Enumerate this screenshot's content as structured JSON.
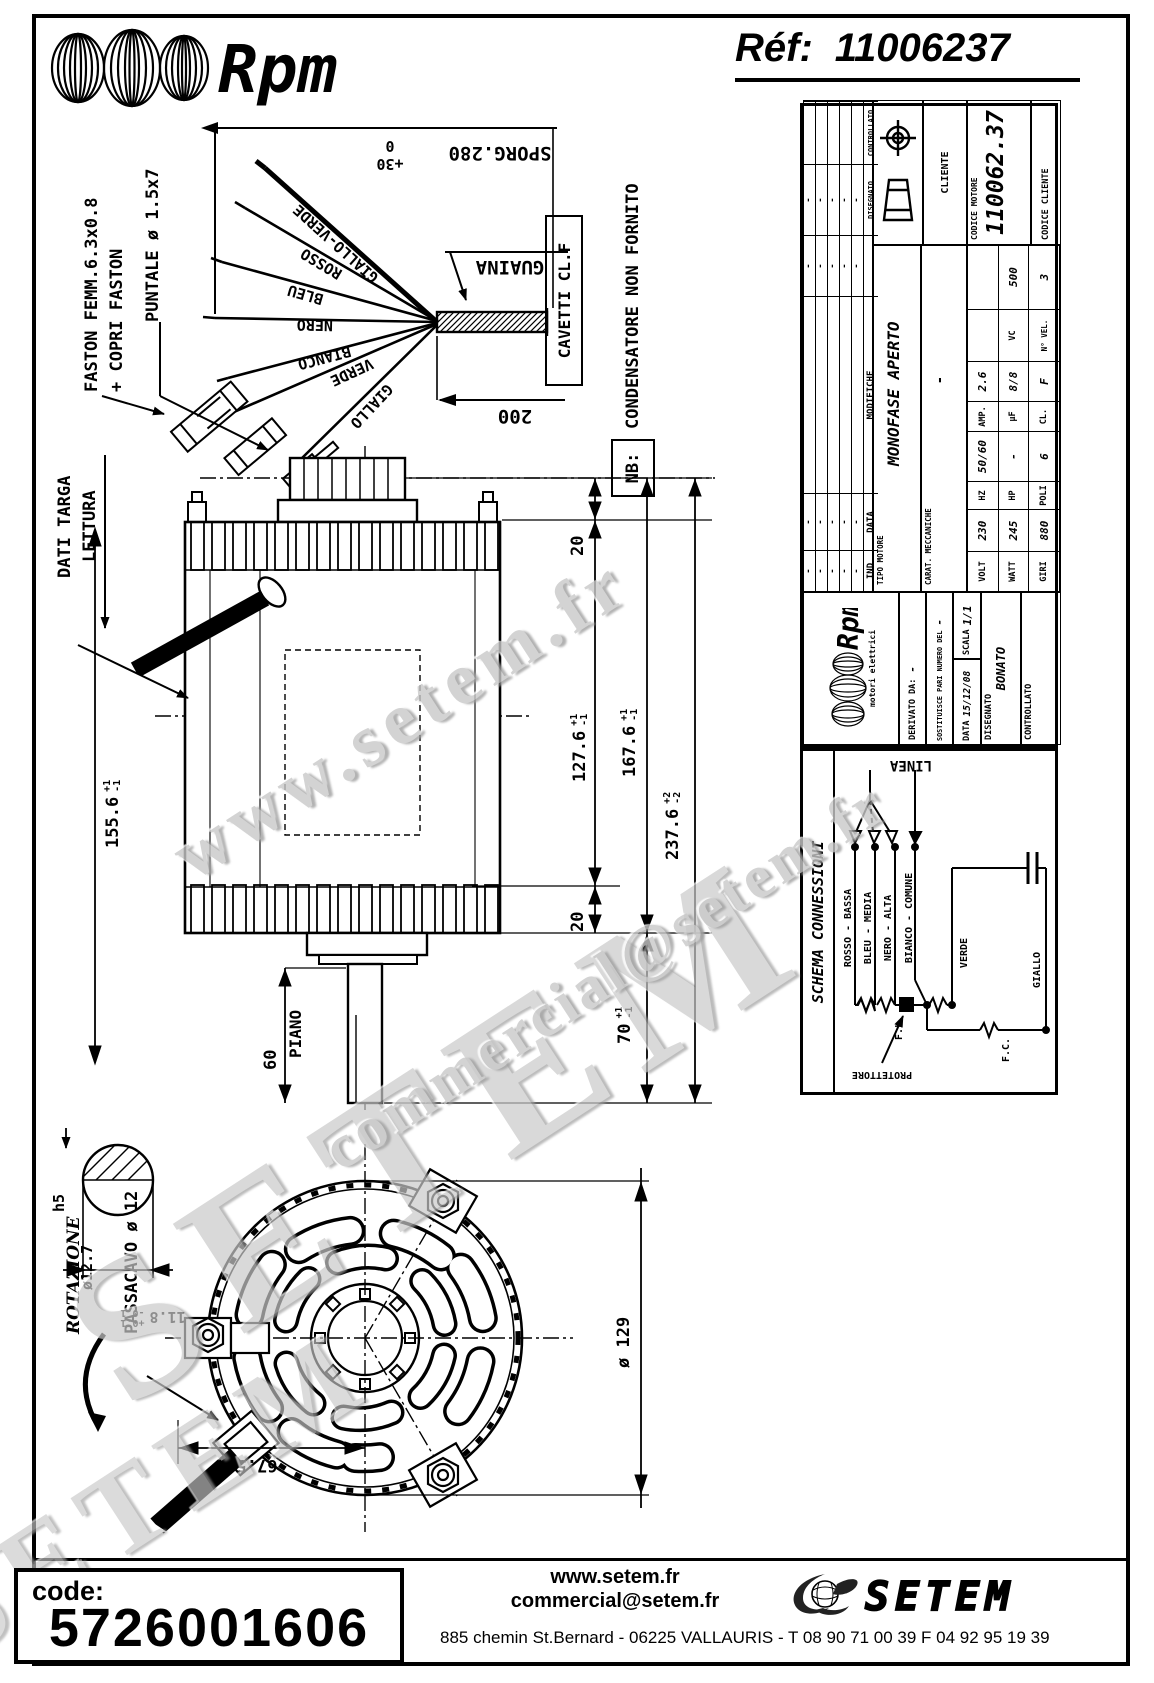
{
  "header": {
    "brand": "Rpm",
    "ref_label": "Réf:",
    "ref_number": "11006237"
  },
  "wiring": {
    "faston": "FASTON FEMM.6.3x0.8",
    "copri": "+ COPRI FASTON",
    "puntale": "PUNTALE ø 1.5x7",
    "wires": [
      "GIALLO-VERDE",
      "ROSSO",
      "BLEU",
      "NERO",
      "BIANCO",
      "VERDE",
      "GIALLO"
    ],
    "guaina": "GUAINA",
    "sporg": "SPORG.280",
    "sporg_tol_top": "+30",
    "sporg_tol_bot": "0",
    "dim_200": "200",
    "cavetti": "CAVETTI CL.F",
    "nb": "NB:",
    "nb_text": "CONDENSATORE NON FORNITO"
  },
  "side": {
    "dati_targa": "DATI TARGA",
    "lettura": "LETTURA",
    "d155": "155.6",
    "d20a": "20",
    "d20b": "20",
    "d127": "127.6",
    "d167": "167.6",
    "d237": "237.6",
    "d70": "70",
    "d60": "60",
    "piano": "PIANO",
    "tp1": "+1",
    "tm1": "-1",
    "tp2": "+2",
    "tm2": "-2"
  },
  "shaft": {
    "h5": "h5",
    "dia": "ø12.7",
    "d118": "11.8",
    "tp": "+0.1",
    "tm": "-0.1"
  },
  "fan": {
    "passacavo": "PASSACAVO ø 12",
    "rotazione": "ROTAZIONE",
    "d129": "ø 129",
    "d675": "67.5"
  },
  "tb": {
    "dash": "-",
    "ind": "IND",
    "data": "DATA",
    "modifiche": "MODIFICHE",
    "disegnato": "DISEGNATO",
    "controllato": "CONTROLLATO",
    "brand": "Rpm",
    "brand_sub": "motori elettrici",
    "derivato": "DERIVATO DA:",
    "derivato_v": "-",
    "sostituisce": "SOSTITUISCE PARI NUMERO DEL",
    "sostituisce_v": "-",
    "data_lab": "DATA",
    "data_v": "15/12/08",
    "scala": "SCALA",
    "scala_v": "1/1",
    "bonato": "BONATO",
    "tipo": "TIPO MOTORE",
    "tipo_v": "MONOFASE APERTO",
    "carat": "CARAT. MECCANICHE",
    "carat_v": "-",
    "volt": "VOLT",
    "volt_v": "230",
    "hz": "HZ",
    "hz_v": "50/60",
    "amp": "AMP.",
    "amp_v": "2.6",
    "watt": "WATT",
    "watt_v": "245",
    "hp": "HP",
    "hp_v": "-",
    "uf": "µF",
    "uf_v": "8/8",
    "vc": "VC",
    "vc_v": "500",
    "giri": "GIRI",
    "giri_v": "880",
    "poli": "POLI",
    "poli_v": "6",
    "cl": "CL.",
    "cl_v": "F",
    "nvel": "N° VEL.",
    "nvel_v": "3",
    "cliente": "CLIENTE",
    "cod_mot": "CODICE MOTORE",
    "cod_mot_v": "110062.37",
    "cod_cli": "CODICE CLIENTE"
  },
  "schema": {
    "title": "SCHEMA CONNESSIONI",
    "linea": "LINEA",
    "rosso": "ROSSO - BASSA",
    "bleu": "BLEU - MEDIA",
    "nero": "NERO - ALTA",
    "bianco": "BIANCO - COMUNE",
    "verde": "VERDE",
    "giallo": "GIALLO",
    "fl": "F.L.",
    "fc": "F.C.",
    "protettore": "PROTETTORE"
  },
  "footer": {
    "code_label": "code:",
    "code": "5726001606",
    "web": "www.setem.fr",
    "email": "commercial@setem.fr",
    "address": "885 chemin St.Bernard  -  06225 VALLAURIS  -  T 08 90 71 00 39   F 04 92 95 19 39",
    "setem": "SETEM"
  },
  "watermarks": {
    "w1": "www.setem.fr",
    "w2": "SETEM",
    "w3": "commercial@setem.fr",
    "w4": "SETEM"
  }
}
